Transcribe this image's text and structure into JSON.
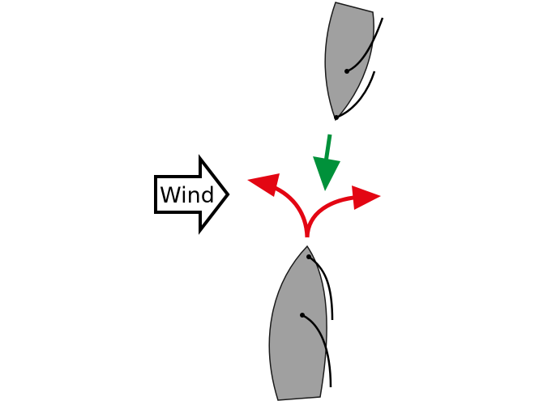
{
  "wind": {
    "label": "Wind",
    "icon": "wind-arrow-icon"
  },
  "colors": {
    "hull_fill": "#a0a0a0",
    "hull_outline": "#1a1a1a",
    "sail": "#000000",
    "give_way_arrow": "#e30613",
    "approach_arrow": "#00913a",
    "background": "#ffffff"
  },
  "boats": [
    {
      "name": "upper-boat",
      "heading": "down"
    },
    {
      "name": "lower-boat",
      "heading": "up"
    }
  ],
  "arrows": [
    {
      "name": "approach-arrow",
      "color": "green",
      "direction": "down"
    },
    {
      "name": "bear-away-arrow",
      "color": "red",
      "direction": "left"
    },
    {
      "name": "head-up-arrow",
      "color": "red",
      "direction": "right"
    }
  ]
}
